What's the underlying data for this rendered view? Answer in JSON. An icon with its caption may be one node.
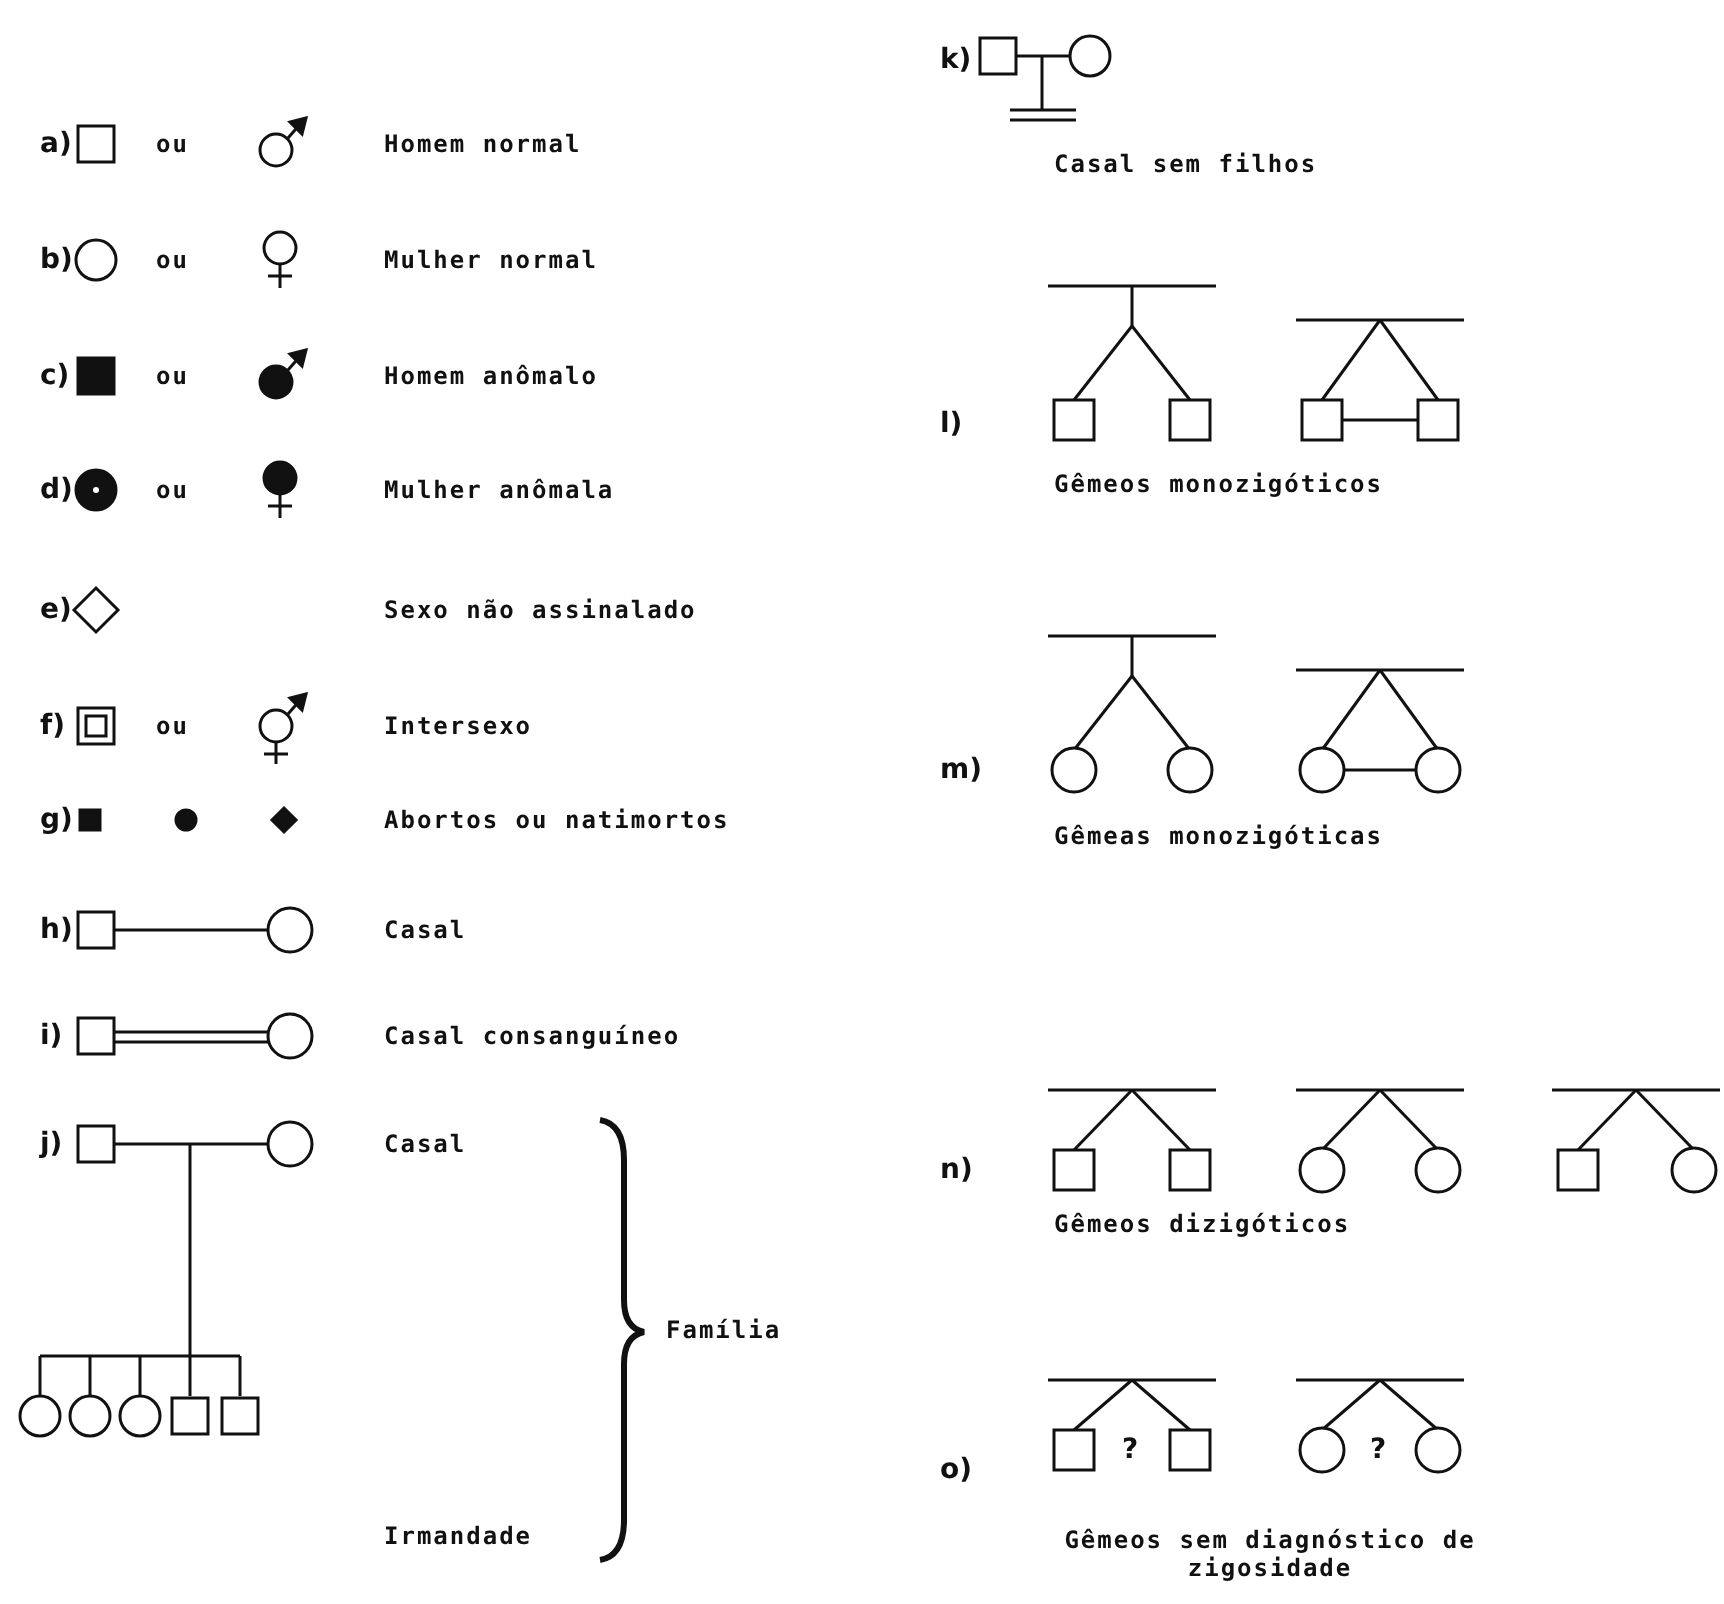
{
  "diagram": {
    "labels": [
      "a)",
      "ou",
      "Homem normal",
      "b)",
      "ou",
      "Mulher normal",
      "c)",
      "ou",
      "Homem anômalo",
      "d)",
      "ou",
      "Mulher anômala",
      "e)",
      "Sexo não assinalado",
      "f)",
      "ou",
      "Intersexo",
      "g)",
      "Abortos ou natimortos",
      "h)",
      "Casal",
      "i)",
      "Casal consanguíneo",
      "j)",
      "Casal",
      "Família",
      "Irmandade",
      "k)",
      "Casal sem filhos",
      "l)",
      "Gêmeos monozigóticos",
      "m)",
      "Gêmeas monozigóticas",
      "n)",
      "Gêmeos dizigóticos",
      "o)",
      "?",
      "?",
      "Gêmeos sem diagnóstico de zigosidade"
    ]
  }
}
